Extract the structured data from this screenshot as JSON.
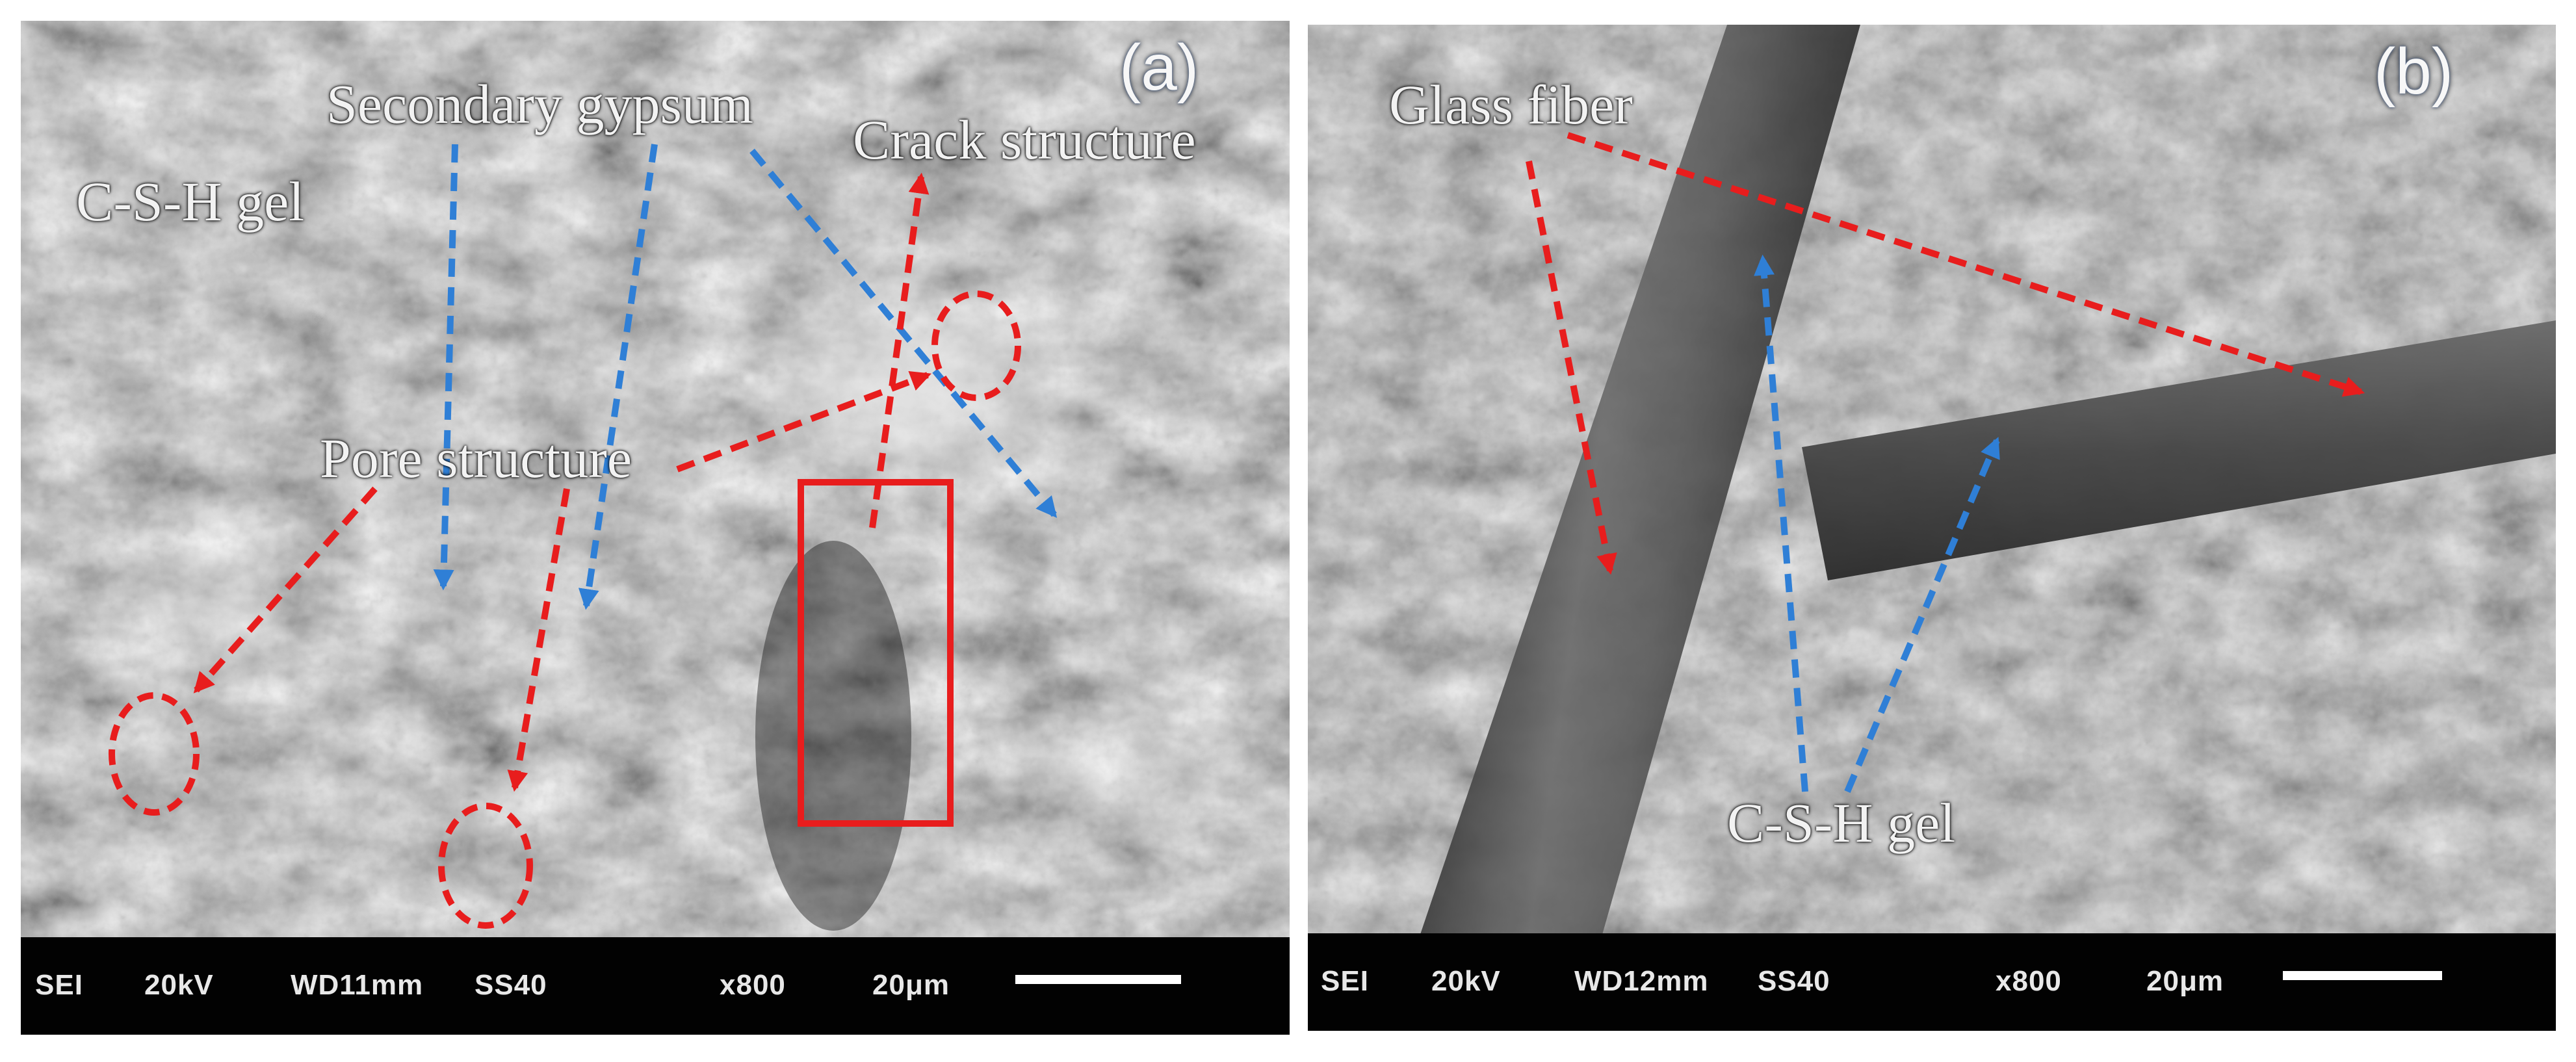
{
  "panel_a": {
    "tag": "(a)",
    "labels": {
      "csh": "C-S-H gel",
      "gypsum": "Secondary gypsum",
      "crack": "Crack structure",
      "pore": "Pore structure"
    },
    "info": {
      "detector": "SEI",
      "voltage": "20kV",
      "wd": "WD11mm",
      "spot": "SS40",
      "mag": "x800",
      "scale": "20μm"
    }
  },
  "panel_b": {
    "tag": "(b)",
    "labels": {
      "fiber": "Glass fiber",
      "csh": "C-S-H gel"
    },
    "info": {
      "detector": "SEI",
      "voltage": "20kV",
      "wd": "WD12mm",
      "spot": "SS40",
      "mag": "x800",
      "scale": "20μm"
    }
  },
  "colors": {
    "red_arrow": "#e81d1d",
    "blue_arrow": "#2f7fd6",
    "info_bar": "#020202"
  }
}
